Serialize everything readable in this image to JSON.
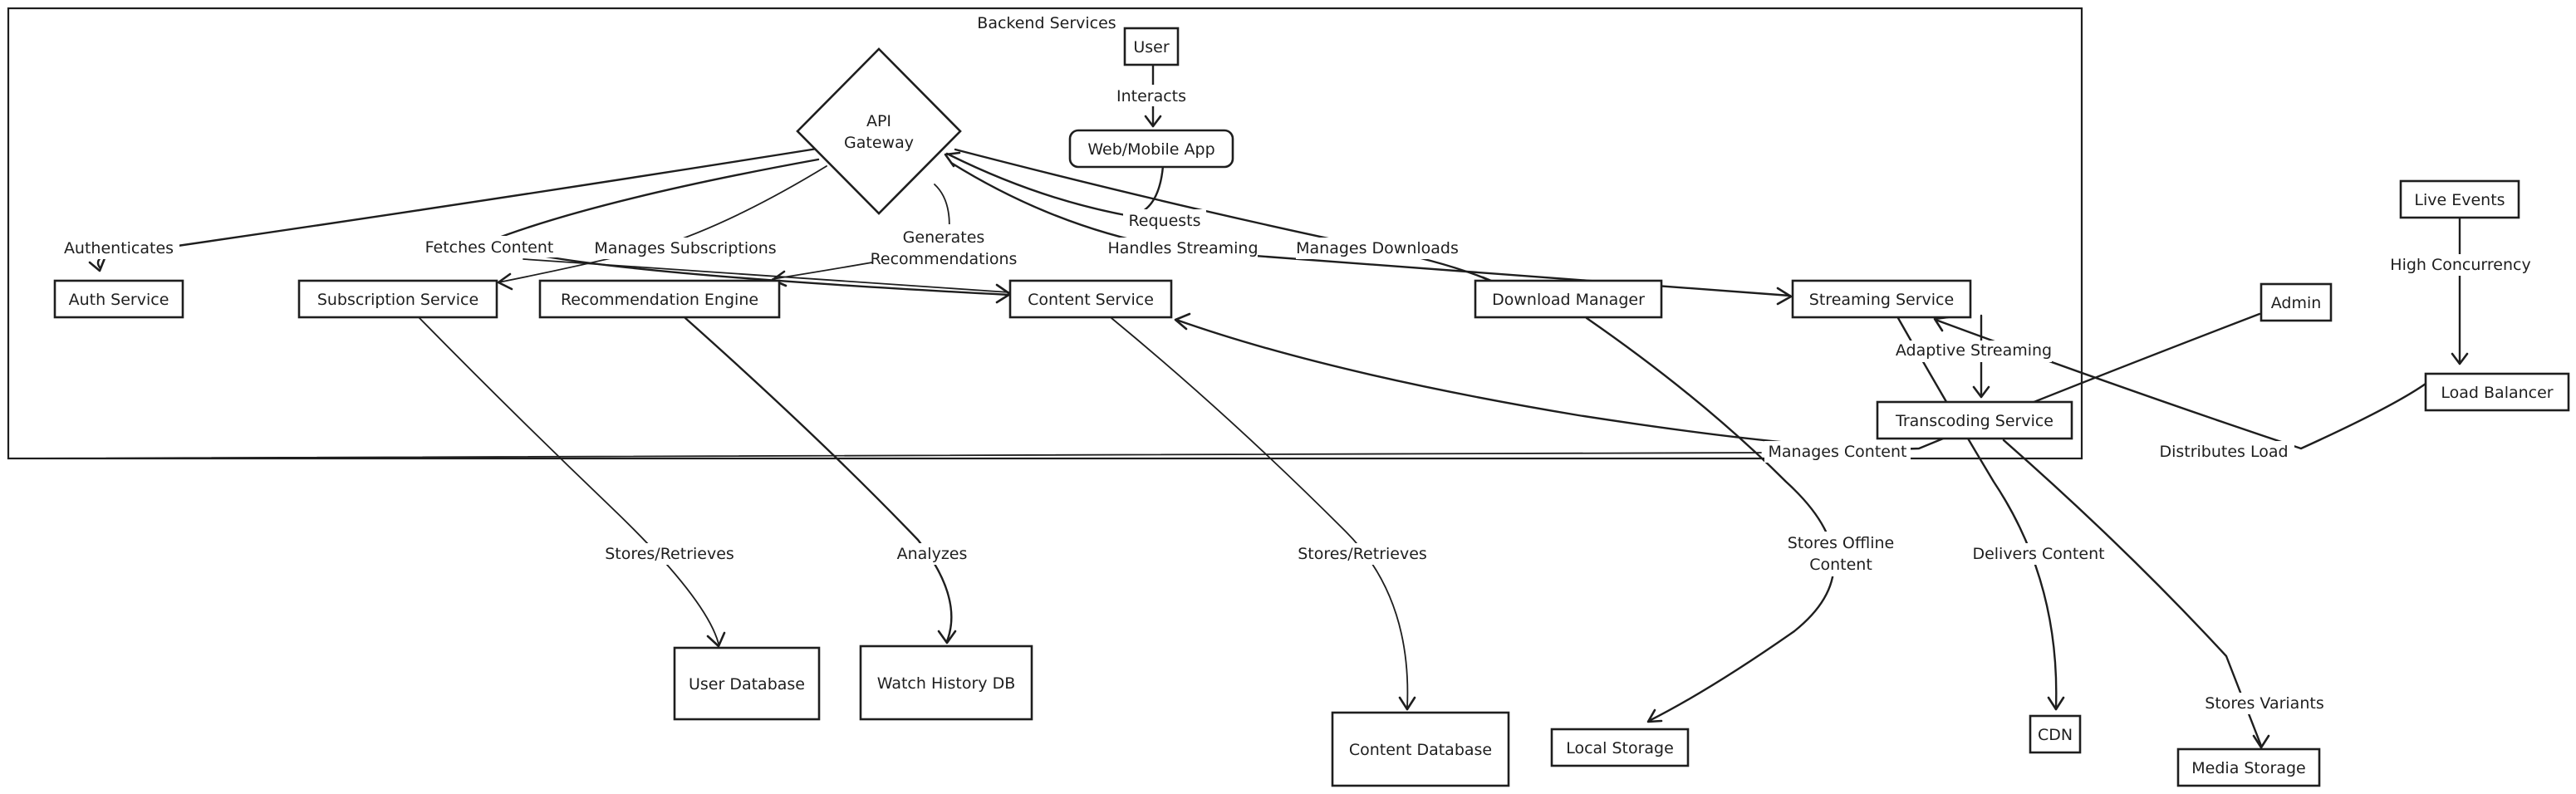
{
  "diagram": {
    "group_title": "Backend Services",
    "nodes": {
      "user": "User",
      "web_app": "Web/Mobile App",
      "api_gateway": [
        "API",
        "Gateway"
      ],
      "auth_service": "Auth Service",
      "subscription_service": "Subscription Service",
      "recommendation_engine": "Recommendation Engine",
      "content_service": "Content Service",
      "download_manager": "Download Manager",
      "streaming_service": "Streaming Service",
      "transcoding_service": "Transcoding Service",
      "admin": "Admin",
      "live_events": "Live Events",
      "load_balancer": "Load Balancer",
      "user_database": "User Database",
      "watch_history_db": "Watch History DB",
      "content_database": "Content Database",
      "local_storage": "Local Storage",
      "cdn": "CDN",
      "media_storage": "Media Storage"
    },
    "edges": {
      "interacts": "Interacts",
      "requests": "Requests",
      "authenticates": "Authenticates",
      "fetches_content": "Fetches Content",
      "manages_subscriptions": "Manages Subscriptions",
      "generates_recommendations": [
        "Generates",
        "Recommendations"
      ],
      "handles_streaming": "Handles Streaming",
      "manages_downloads": "Manages Downloads",
      "adaptive_streaming": "Adaptive Streaming",
      "manages_content": "Manages Content",
      "distributes_load": "Distributes Load",
      "high_concurrency": "High Concurrency",
      "stores_retrieves_users": "Stores/Retrieves",
      "analyzes": "Analyzes",
      "stores_retrieves_content": "Stores/Retrieves",
      "stores_offline_content": [
        "Stores Offline",
        "Content"
      ],
      "delivers_content": "Delivers Content",
      "stores_variants": "Stores Variants"
    }
  }
}
